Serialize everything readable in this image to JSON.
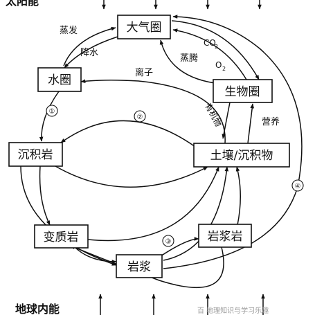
{
  "header": {
    "solar_energy": "太阳能"
  },
  "footer": {
    "internal_energy": "地球内能",
    "watermark": "百 地理知识与学习乐趣"
  },
  "nodes": {
    "atmosphere": "大气圈",
    "hydrosphere": "水圈",
    "biosphere": "生物圈",
    "sedimentary_rock": "沉积岩",
    "soil_sediment": "土壤/沉积物",
    "metamorphic_rock": "变质岩",
    "igneous_rock": "岩浆岩",
    "magma": "岩浆"
  },
  "labels": {
    "evaporation": "蒸发",
    "precipitation": "降水",
    "ions": "离子",
    "transpiration": "蒸腾",
    "co2_base": "CO",
    "co2_sub": "2",
    "o2_base": "O",
    "o2_sub": "2",
    "organic_matter": "有机物",
    "nutrients": "营养"
  },
  "markers": {
    "m1": "①",
    "m2": "②",
    "m3": "③",
    "m4": "④"
  },
  "colors": {
    "ink": "#111111",
    "background": "#ffffff",
    "watermark": "#9a9a9a"
  }
}
